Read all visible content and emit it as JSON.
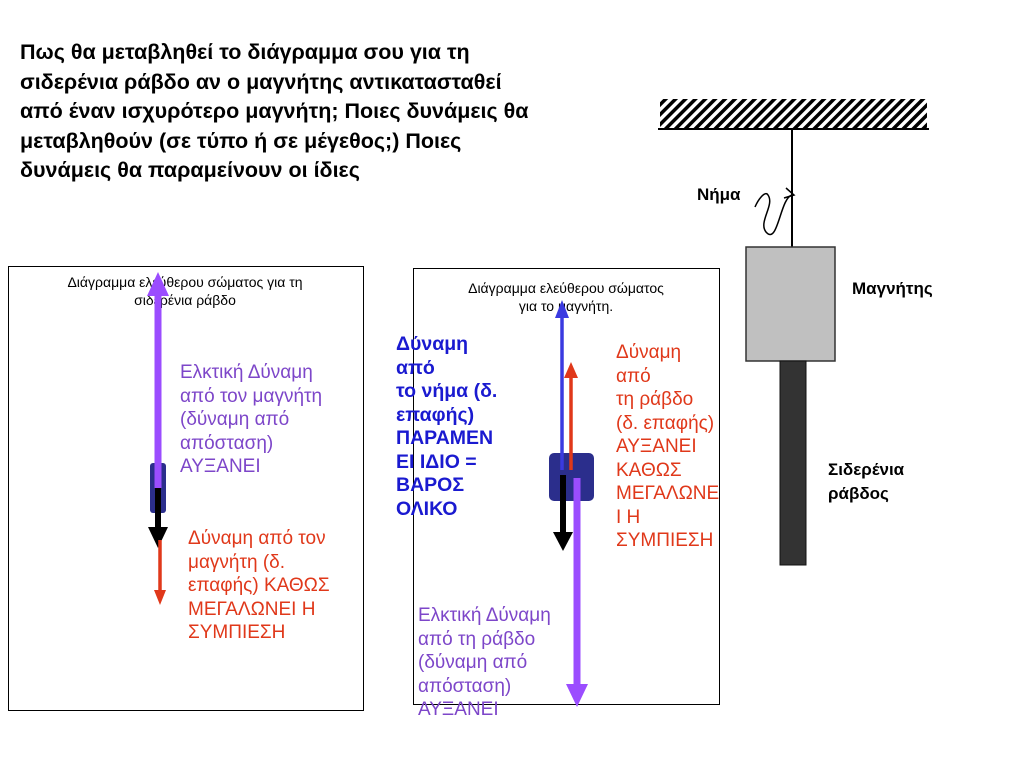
{
  "question": {
    "lines": [
      "Πως θα μεταβληθεί το διάγραμμα σου για τη",
      "σιδερένια ράβδο αν ο μαγνήτης αντικατασταθεί",
      "από έναν ισχυρότερο μαγνήτη; Ποιες δυνάμεις θα",
      "μεταβληθούν (σε τύπο ή σε μέγεθος;) Ποιες",
      "δυνάμεις θα παραμείνουν οι ίδιες"
    ]
  },
  "rod_diagram": {
    "title": [
      "Διάγραμμα ελεύθερου σώματος για τη",
      "σιδερένια ράβδο"
    ],
    "magnetic_force": [
      "Ελκτική Δύναμη",
      "από τον μαγνήτη",
      "(δύναμη από",
      "απόσταση)",
      "ΑΥΞΑΝΕΙ"
    ],
    "contact_force": [
      "Δύναμη από τον",
      "μαγνήτη (δ.",
      "επαφής) ΚΑΘΩΣ",
      "ΜΕΓΑΛΩΝΕΙ Η",
      "ΣΥΜΠΙΕΣΗ"
    ]
  },
  "magnet_diagram": {
    "title": [
      "Διάγραμμα ελεύθερου σώματος",
      "για το μαγνήτη."
    ],
    "string_force": [
      "Δύναμη",
      "από",
      "το νήμα (δ.",
      "επαφής)",
      "ΠΑΡΑΜΕΝ",
      "ΕΙ ΙΔΙΟ =",
      "ΒΑΡΟΣ",
      "ΟΛΙΚΟ"
    ],
    "rod_contact_force": [
      "Δύναμη",
      "από",
      "τη ράβδο",
      "(δ. επαφής)",
      "ΑΥΞΑΝΕΙ",
      "ΚΑΘΩΣ",
      "ΜΕΓΑΛΩΝΕ",
      "Ι Η",
      "ΣΥΜΠΙΕΣΗ"
    ],
    "rod_attraction_force": [
      "Ελκτική Δύναμη",
      "από τη ράβδο",
      "(δύναμη από",
      "απόσταση)",
      "ΑΥΞΑΝΕΙ"
    ]
  },
  "setup": {
    "string_label": "Νήμα",
    "magnet_label": "Μαγνήτης",
    "rod_label": [
      "Σιδερένια",
      "ράβδος"
    ]
  },
  "colors": {
    "purple_force": "#9b4dff",
    "red_force": "#e0381a",
    "blue_force": "#3a3ae0",
    "weight": "#000000",
    "body": "#2b2e8c",
    "magnet": "#c0c0c0",
    "rod": "#333333"
  }
}
